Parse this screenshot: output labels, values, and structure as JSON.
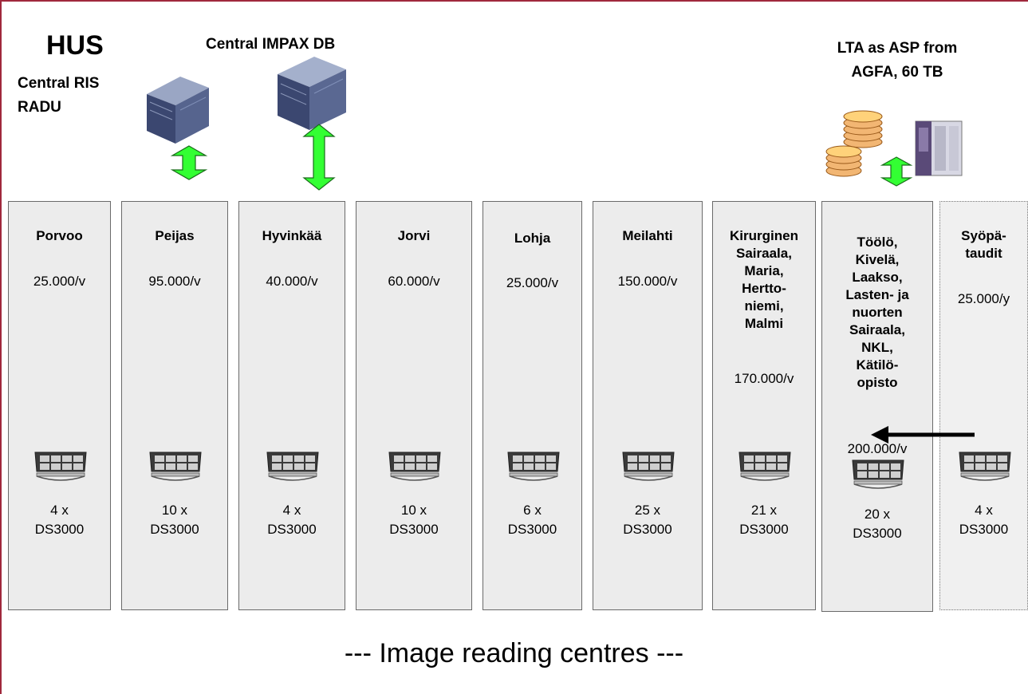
{
  "header": {
    "hus_title": "HUS",
    "hus_sub1": "Central RIS",
    "hus_sub2": "RADU",
    "impax_label": "Central IMPAX DB",
    "lta_line1": "LTA as ASP from",
    "lta_line2": "AGFA, 60 TB"
  },
  "columns": [
    {
      "name_lines": [
        "Porvoo"
      ],
      "volume": "25.000/v",
      "ws_count": "4 x",
      "ws_model": "DS3000"
    },
    {
      "name_lines": [
        "Peijas"
      ],
      "volume": "95.000/v",
      "ws_count": "10 x",
      "ws_model": "DS3000"
    },
    {
      "name_lines": [
        "Hyvinkää"
      ],
      "volume": "40.000/v",
      "ws_count": "4 x",
      "ws_model": "DS3000"
    },
    {
      "name_lines": [
        "Jorvi"
      ],
      "volume": "60.000/v",
      "ws_count": "10 x",
      "ws_model": "DS3000"
    },
    {
      "name_lines": [
        "Lohja"
      ],
      "volume": "25.000/v",
      "ws_count": "6 x",
      "ws_model": "DS3000"
    },
    {
      "name_lines": [
        "Meilahti"
      ],
      "volume": "150.000/v",
      "ws_count": "25 x",
      "ws_model": "DS3000"
    },
    {
      "name_lines": [
        "Kirurginen",
        "Sairaala,",
        "Maria,",
        "Hertto-",
        "niemi,",
        "Malmi"
      ],
      "volume": "170.000/v",
      "ws_count": "21 x",
      "ws_model": "DS3000"
    },
    {
      "name_lines": [
        "Töölö,",
        "Kivelä,",
        "Laakso,",
        "Lasten- ja",
        "nuorten",
        "Sairaala,",
        "NKL,",
        "Kätilö-",
        "opisto"
      ],
      "volume": "200.000/v",
      "ws_count": "20 x",
      "ws_model": "DS3000"
    },
    {
      "name_lines": [
        "Syöpä-",
        "taudit"
      ],
      "volume": "25.000/y",
      "ws_count": "4 x",
      "ws_model": "DS3000"
    }
  ],
  "footer": {
    "label": "--- Image reading centres ---"
  },
  "colors": {
    "frame": "#a0283c",
    "arrow_green": "#33ff33",
    "column_bg": "#ececec"
  },
  "icons": [
    "server-icon",
    "storage-disks-icon",
    "tape-library-icon",
    "workstation-icon",
    "double-arrow-icon",
    "left-arrow-icon"
  ]
}
